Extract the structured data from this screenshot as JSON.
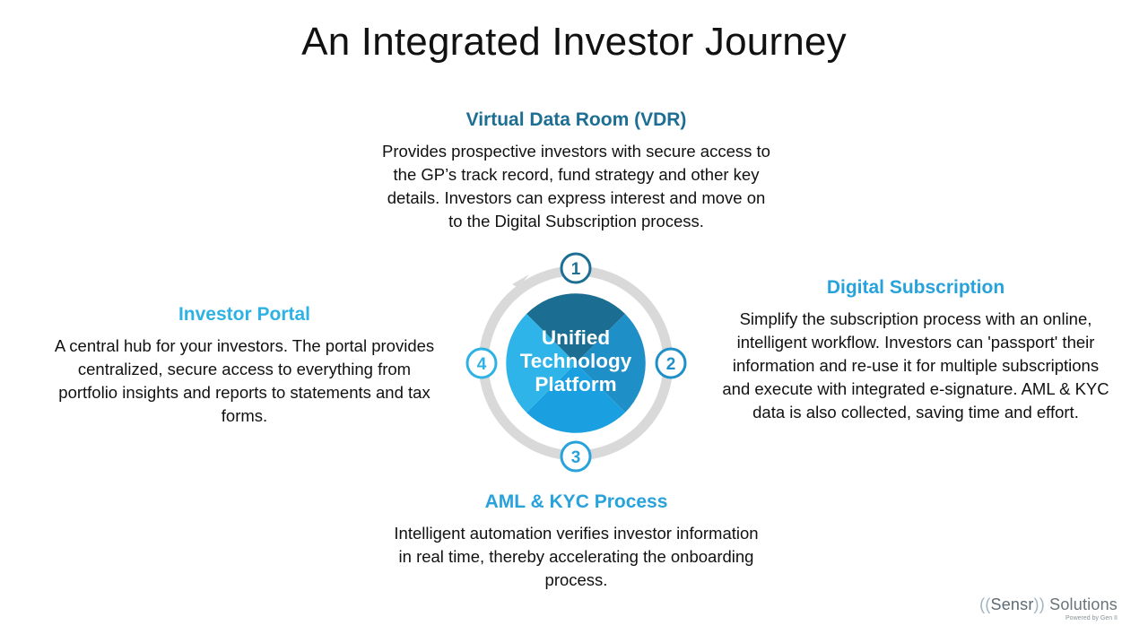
{
  "title": "An Integrated Investor Journey",
  "center": {
    "label_lines": [
      "Unified",
      "Technology",
      "Platform"
    ]
  },
  "steps": [
    {
      "number": "1",
      "heading": "Virtual Data Room (VDR)",
      "body_lines": [
        "Provides prospective investors with secure access to",
        "the GP’s track record, fund strategy and other key",
        "details. Investors can express interest and move on",
        "to the Digital Subscription process."
      ]
    },
    {
      "number": "2",
      "heading": "Digital Subscription",
      "body_lines": [
        "Simplify the subscription process with an online,",
        "intelligent workflow. Investors can 'passport' their",
        "information and re-use it for multiple subscriptions",
        "and execute with integrated e-signature. AML & KYC",
        "data is also collected, saving time and effort."
      ]
    },
    {
      "number": "3",
      "heading": "AML & KYC Process",
      "body_lines": [
        "Intelligent automation verifies investor information",
        "in real time, thereby accelerating the onboarding",
        "process."
      ]
    },
    {
      "number": "4",
      "heading": "Investor Portal",
      "body_lines": [
        "A central hub for your investors. The portal provides",
        "centralized, secure access to everything from",
        "portfolio insights and reports to statements and tax",
        "forms."
      ]
    }
  ],
  "logo": {
    "paren_open": "((",
    "brand": "Sensr",
    "paren_close": "))",
    "suffix": " Solutions",
    "tagline": "Powered by Gen II"
  },
  "colors": {
    "dark_blue": "#1d6e93",
    "mid_blue": "#27a2da",
    "light_blue": "#2eb2e4",
    "ring_gray": "#d9d9d9"
  }
}
